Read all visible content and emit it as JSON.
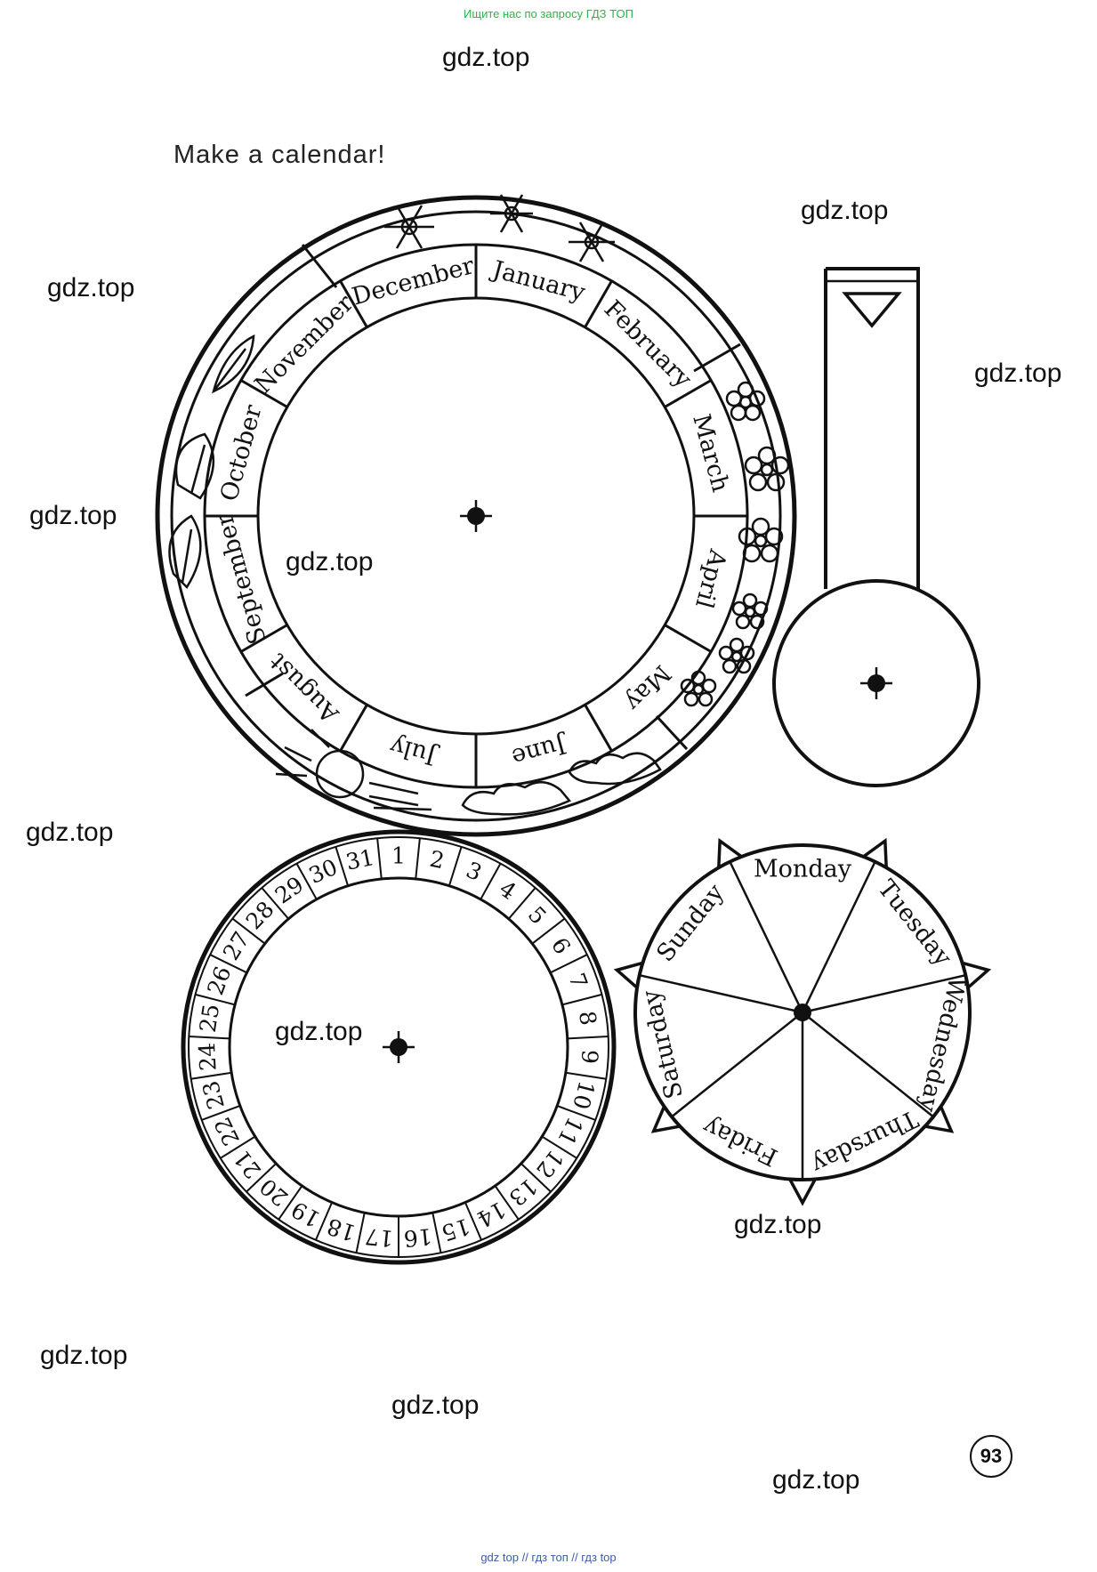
{
  "header": {
    "note": "Ищите нас по запросу ГДЗ ТОП"
  },
  "page": {
    "title": "Make  a  calendar!",
    "number": "93"
  },
  "watermarks": [
    "gdz.top",
    "gdz.top",
    "gdz.top",
    "gdz.top",
    "gdz.top",
    "gdz.top",
    "gdz.top",
    "gdz.top",
    "gdz.top",
    "gdz.top",
    "gdz.top",
    "gdz.top"
  ],
  "months": [
    "December",
    "January",
    "February",
    "March",
    "April",
    "May",
    "June",
    "July",
    "August",
    "September",
    "October",
    "November"
  ],
  "days_of_month": [
    "1",
    "2",
    "3",
    "4",
    "5",
    "6",
    "7",
    "8",
    "9",
    "10",
    "11",
    "12",
    "13",
    "14",
    "15",
    "16",
    "17",
    "18",
    "19",
    "20",
    "21",
    "22",
    "23",
    "24",
    "25",
    "26",
    "27",
    "28",
    "29",
    "30",
    "31"
  ],
  "weekdays": [
    "Monday",
    "Tuesday",
    "Wednesday",
    "Thursday",
    "Friday",
    "Saturday",
    "Sunday"
  ],
  "footer": {
    "links": "gdz top  //  гдз топ  //  гдз top"
  },
  "icons": [
    "snowflake-icon",
    "leaf-icon",
    "flower-icon",
    "sun-icon",
    "cloud-icon",
    "pointer-triangle-icon",
    "center-pin-icon"
  ]
}
